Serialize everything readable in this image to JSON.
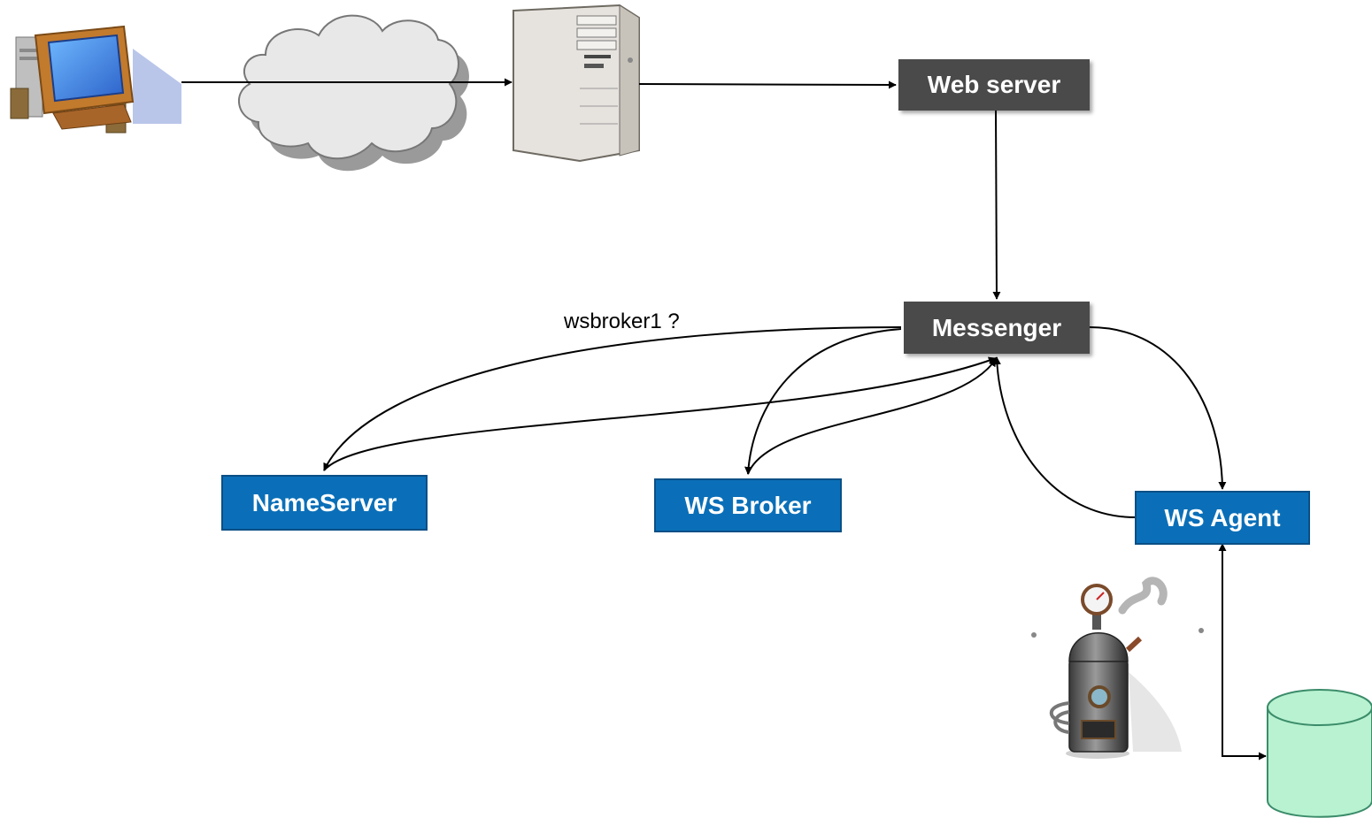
{
  "nodes": {
    "web_server": {
      "label": "Web server"
    },
    "messenger": {
      "label": "Messenger"
    },
    "nameserver": {
      "label": "NameServer"
    },
    "ws_broker": {
      "label": "WS Broker"
    },
    "ws_agent": {
      "label": "WS Agent"
    }
  },
  "edges": {
    "query_label": "wsbroker1 ?"
  },
  "icons": {
    "client": "desktop-computer-icon",
    "network": "cloud-icon",
    "front_server": "server-tower-icon",
    "steam": "steam-boiler-icon",
    "storage": "database-cylinder-icon"
  },
  "colors": {
    "dark_node": "#4a4a4a",
    "blue_node": "#0a6fb8",
    "database": "#b8f2d0",
    "cloud": "#e8e8e8",
    "line": "#000000"
  }
}
